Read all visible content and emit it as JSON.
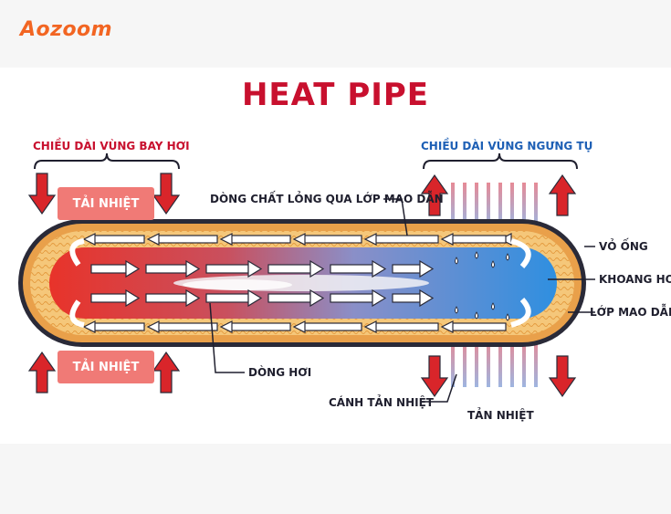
{
  "brand": {
    "logo": "Aozoom",
    "color": "#f26522"
  },
  "diagram": {
    "title": "HEAT PIPE",
    "evaporator_length_label": "CHIỀU DÀI VÙNG BAY HƠI",
    "condenser_length_label": "CHIỀU DÀI VÙNG NGƯNG TỤ",
    "heat_input_top": "TẢI NHIỆT",
    "heat_input_bottom": "TẢI NHIỆT",
    "liquid_flow_label": "DÒNG CHẤT LỎNG QUA LỚP MAO DẪN",
    "vapor_flow_label": "DÒNG HƠI",
    "shell_label": "VỎ ỐNG",
    "vapor_cavity_label": "KHOANG HƠI",
    "wick_label": "LỚP MAO DẪN",
    "fins_label": "CÁNH TẢN NHIỆT",
    "heat_output_label": "TẢN NHIỆT",
    "colors": {
      "hot": "#e8332a",
      "cold": "#2f8fe0",
      "wick": "#f5c77a",
      "shell": "#e9a04a",
      "arrow_red": "#d9252a"
    }
  }
}
